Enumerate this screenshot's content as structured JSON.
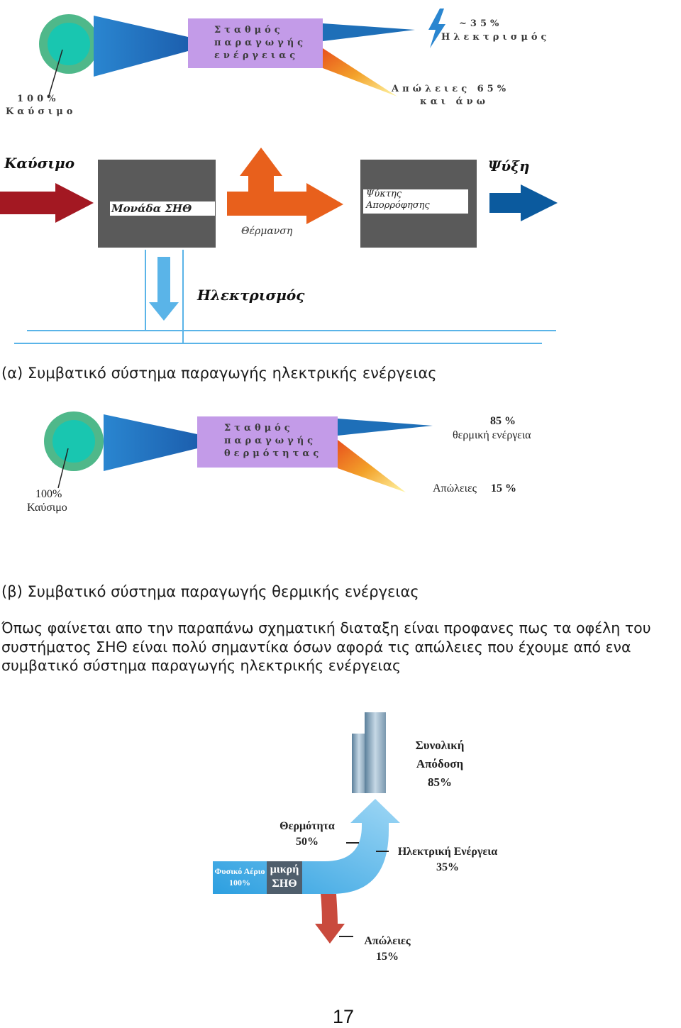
{
  "diagram_a": {
    "fuel_percent": "100%",
    "fuel_label": "Καύσιμο",
    "station_label": [
      "Σταθμός",
      "παραγωγής",
      "ενέργειας"
    ],
    "electricity_percent": "~35%",
    "electricity_label": "Ηλεκτρισμός",
    "losses_label": "Απώλειες 65%",
    "losses_label_2": "και άνω"
  },
  "diagram_chp": {
    "fuel_label": "Καύσιμο",
    "unit_label": "Μονάδα ΣΗΘ",
    "heating_label": "Θέρμανση",
    "chiller_label": [
      "Ψύκτης",
      "Απορρόφησης"
    ],
    "cooling_label": "Ψύξη",
    "electricity_label": "Ηλεκτρισμός"
  },
  "caption_a": "(α) Συμβατικό σύστημα παραγωγής ηλεκτρικής ενέργειας",
  "diagram_b": {
    "fuel_percent": "100%",
    "fuel_label": "Καύσιμο",
    "station_label": [
      "Σταθμός",
      "παραγωγής",
      "θερμότητας"
    ],
    "thermal_percent": "85 %",
    "thermal_label": "θερμική ενέργεια",
    "losses_label": "Απώλειες",
    "losses_percent": "15 %"
  },
  "caption_b": "(β) Συμβατικό σύστημα παραγωγής θερμικής ενέργειας",
  "paragraph": "Όπως φαίνεται απο την παραπάνω σχηματική διαταξη είναι προφανες πως τα οφέλη του συστήματος ΣΗΘ είναι πολύ σημαντίκα όσων αφορά τις απώλειες που έχουμε από ενα συμβατικό σύστημα παραγωγής ηλεκτρικής ενέργειας",
  "diagram_c": {
    "total_label": [
      "Συνολική",
      "Απόδοση",
      "85%"
    ],
    "heat_label": [
      "Θερμότητα",
      "50%"
    ],
    "electric_label": [
      "Ηλεκτρική Ενέργεια",
      "35%"
    ],
    "gas_label": [
      "Φυσικό Αέριο",
      "100%"
    ],
    "small_chp_label": [
      "μικρή",
      "ΣΗΘ"
    ],
    "losses_label": [
      "Απώλειες",
      "15%"
    ]
  },
  "page_number": "17",
  "colors": {
    "blue_arrow": "#1e6fb8",
    "purple_box": "#c39be8",
    "green_circle": "#4fb88a",
    "teal_circle": "#19c6b0",
    "red_arrow": "#a31822",
    "orange_arrow": "#e8601c",
    "dark_blue_arrow": "#0b5a9e",
    "gray_box": "#5a5a5a",
    "light_blue": "#5ab4e8"
  }
}
